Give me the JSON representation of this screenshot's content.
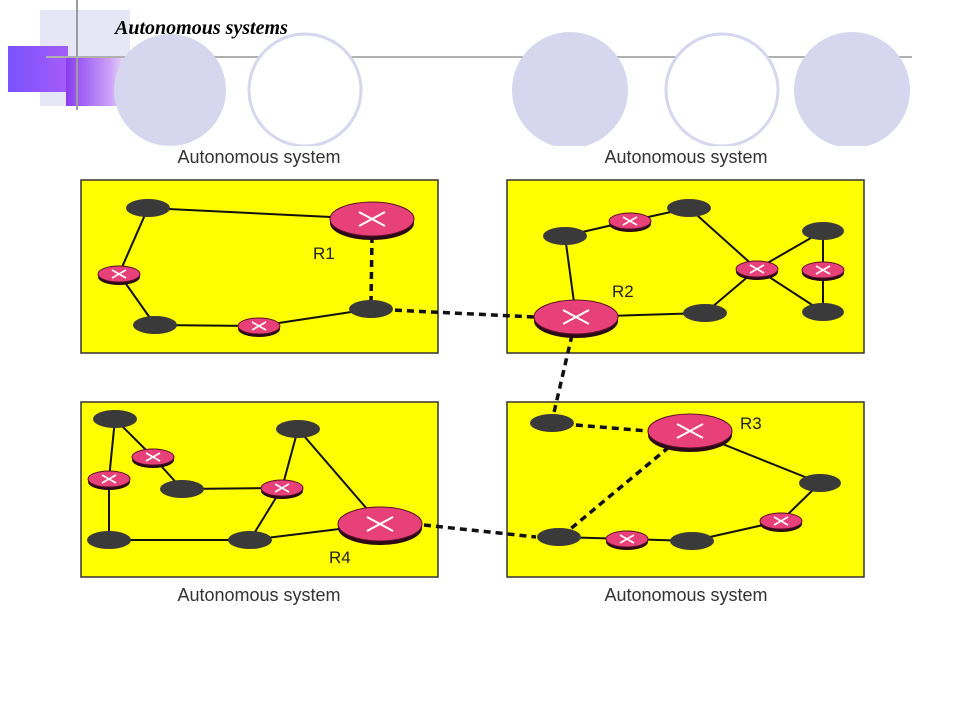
{
  "slide": {
    "title": "Autonomous systems"
  },
  "diagram": {
    "as_label": "Autonomous system",
    "routers": {
      "r1": "R1",
      "r2": "R2",
      "r3": "R3",
      "r4": "R4"
    }
  },
  "colors": {
    "as_fill": "#ffff00",
    "router_fill": "#e8417a",
    "host_fill": "#3a3a3a",
    "deco_circle_fill": "#d6d6ee",
    "deco_circle_stroke": "#d6d6ee",
    "accent_purple": "#8a3cf0"
  },
  "icons": {
    "router": "router-x-icon",
    "host": "host-node-icon"
  }
}
